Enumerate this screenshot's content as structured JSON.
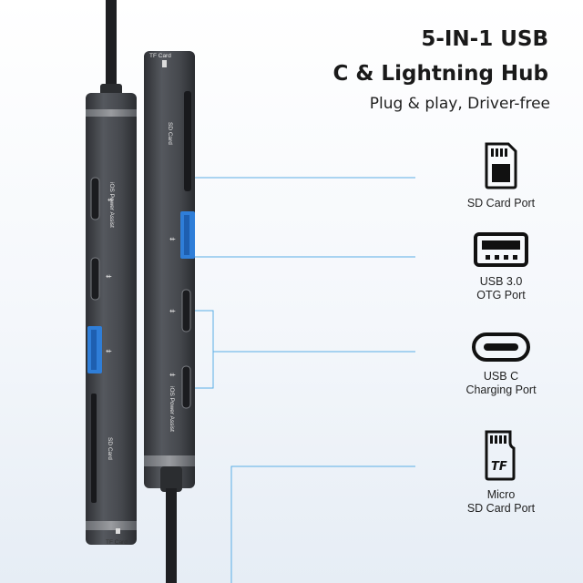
{
  "headline": {
    "line1": "5-IN-1 USB",
    "line2": "C & Lightning Hub"
  },
  "tagline": "Plug & play, Driver-free",
  "features": [
    {
      "icon": "sd-card-icon",
      "label_lines": [
        "SD Card Port"
      ]
    },
    {
      "icon": "usb-a-port-icon",
      "label_lines": [
        "USB 3.0",
        "OTG Port"
      ]
    },
    {
      "icon": "usb-c-port-icon",
      "label_lines": [
        "USB C",
        "Charging Port"
      ]
    },
    {
      "icon": "micro-sd-card-icon",
      "label_lines": [
        "Micro",
        "SD Card Port"
      ],
      "card_mark": "TF"
    }
  ],
  "device_labels": {
    "tf_card": "TF Card",
    "sd_card": "SD Card",
    "ios": "iOS",
    "power_assist": "Power Assist"
  },
  "colors": {
    "hub_body": "#4a4d52",
    "usb_blue": "#2f7ed8",
    "callout_line": "#4aa3e0"
  }
}
